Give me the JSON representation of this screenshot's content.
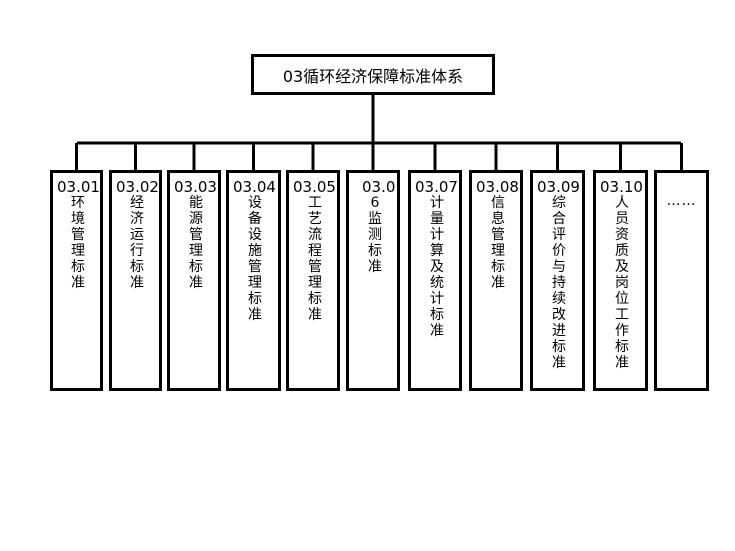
{
  "root": {
    "title": "03循环经济保障标准体系"
  },
  "nodes": [
    {
      "code": "03.01",
      "label": "环境管理标准"
    },
    {
      "code": "03.02",
      "label": "经济运行标准"
    },
    {
      "code": "03.03",
      "label": "能源管理标准"
    },
    {
      "code": "03.04",
      "label": "设备设施管理标准"
    },
    {
      "code": "03.05",
      "label": "工艺流程管理标准"
    },
    {
      "code": "03.0",
      "label": "6监测标准"
    },
    {
      "code": "03.07",
      "label": "计量计算及统计标准"
    },
    {
      "code": "03.08",
      "label": "信息管理标准"
    },
    {
      "code": "03.09",
      "label": "综合评价与持续改进标准"
    },
    {
      "code": "03.10",
      "label": "人员资质及岗位工作标准"
    },
    {
      "code": "",
      "label": "……"
    }
  ]
}
